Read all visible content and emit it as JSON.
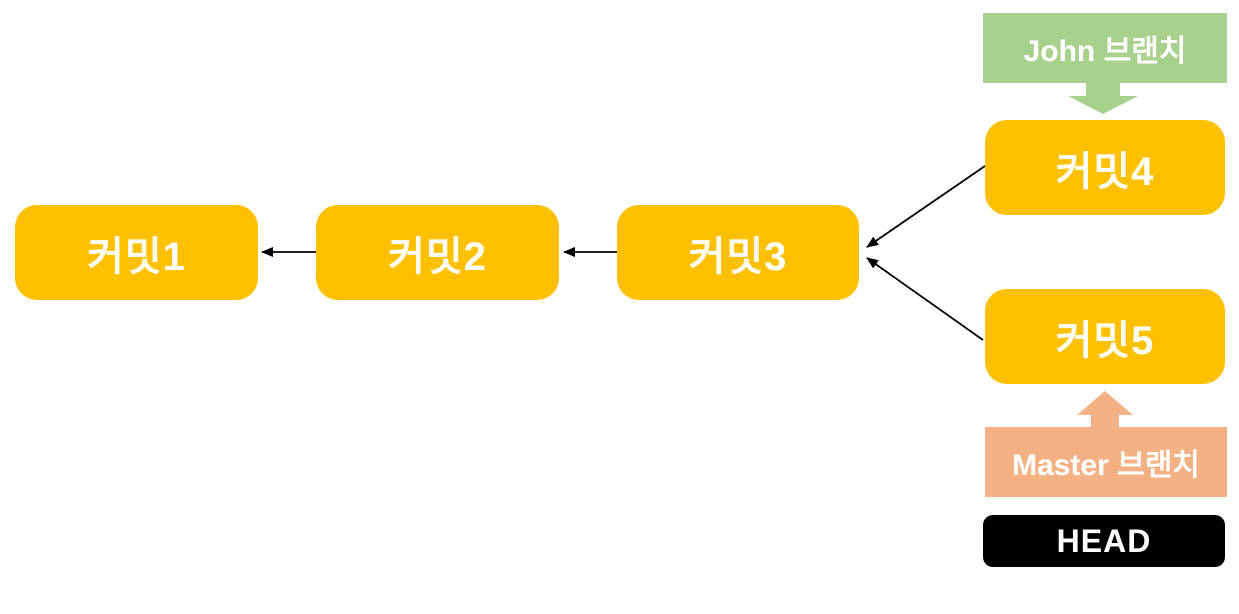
{
  "diagram": {
    "kind": "git-commit-graph",
    "commits": [
      {
        "label": "커밋1"
      },
      {
        "label": "커밋2"
      },
      {
        "label": "커밋3"
      },
      {
        "label": "커밋4"
      },
      {
        "label": "커밋5"
      }
    ],
    "edges": [
      {
        "from": "커밋2",
        "to": "커밋1"
      },
      {
        "from": "커밋3",
        "to": "커밋2"
      },
      {
        "from": "커밋4",
        "to": "커밋3"
      },
      {
        "from": "커밋5",
        "to": "커밋3"
      }
    ],
    "branch_labels": {
      "john": {
        "label": "John 브랜치",
        "color": "#a9d18e",
        "points_to": "커밋4"
      },
      "master": {
        "label": "Master 브랜치",
        "color": "#f4b183",
        "points_to": "커밋5"
      }
    },
    "head_label": {
      "label": "HEAD",
      "background": "#000000",
      "text_color": "#ffffff"
    },
    "colors": {
      "commit_box": "#ffc000",
      "commit_text": "#ffffff",
      "connector": "#000000",
      "background": "#ffffff"
    }
  }
}
